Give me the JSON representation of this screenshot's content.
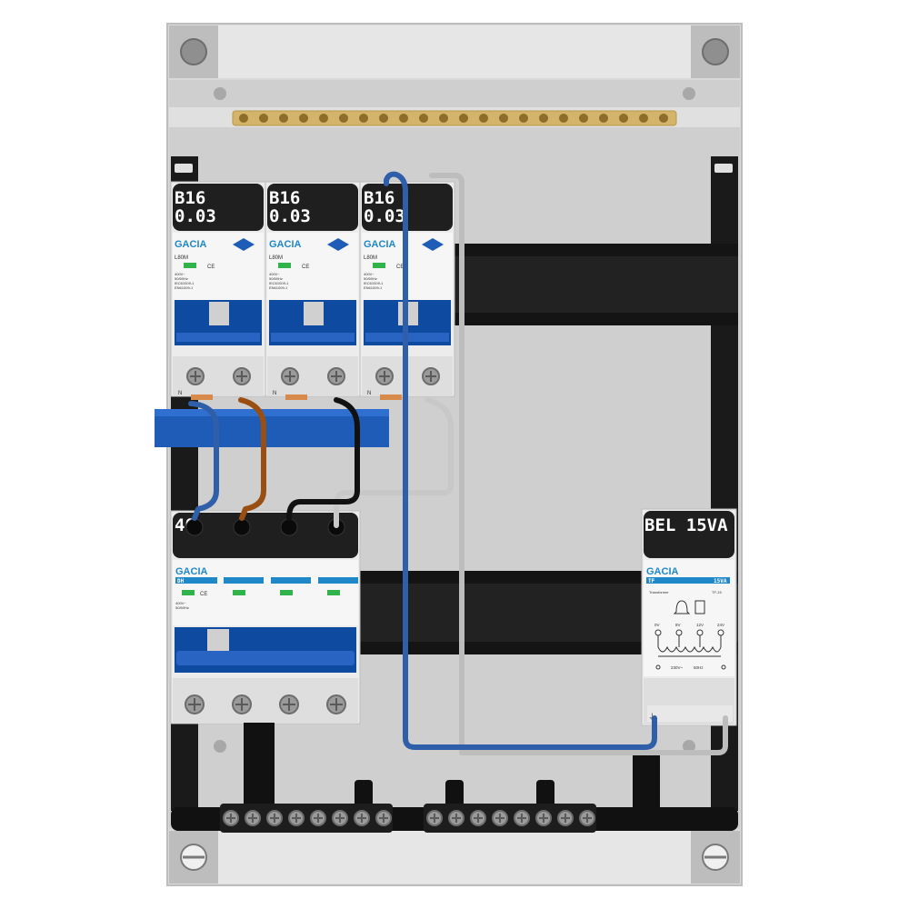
{
  "colors": {
    "enclosure": "#d9d9d9",
    "enclosure_dark": "#b5b5b5",
    "din_rail": "#1a1a1a",
    "module_blue": "#0e4aa0",
    "brand_blue": "#1f88c9",
    "wire_blue": "#2f5fa8",
    "wire_brown": "#9a4f12",
    "wire_black": "#111111",
    "wire_grey": "#c8c8c8",
    "brass": "#d4b46a"
  },
  "breakers": [
    {
      "rating": "B16",
      "trip": "0.03",
      "brand": "GACIA",
      "model": "L80M"
    },
    {
      "rating": "B16",
      "trip": "0.03",
      "brand": "GACIA",
      "model": "L80M"
    },
    {
      "rating": "B16",
      "trip": "0.03",
      "brand": "GACIA",
      "model": "L80M"
    }
  ],
  "main_switch": {
    "rating": "40",
    "brand": "GACIA",
    "model": "DH"
  },
  "transformer": {
    "label": "BEL 15VA",
    "brand": "GACIA",
    "model": "TF",
    "power": "15VA",
    "type_text": "Transformer",
    "code": "TF-15",
    "taps": [
      "0V",
      "8V",
      "12V",
      "24V"
    ],
    "input_voltage": "230V~",
    "frequency": "50Hz"
  },
  "module_text": {
    "neutral_mark": "N",
    "volt_spec": "400V~",
    "freq_spec": "50/60Hz",
    "std1": "IEC61009-1",
    "std2": "EN61009-1"
  },
  "icons": [
    "screw-icon",
    "bell-icon",
    "transformer-coil-icon",
    "ce-mark-icon",
    "diamond-logo-icon",
    "earth-icon"
  ]
}
